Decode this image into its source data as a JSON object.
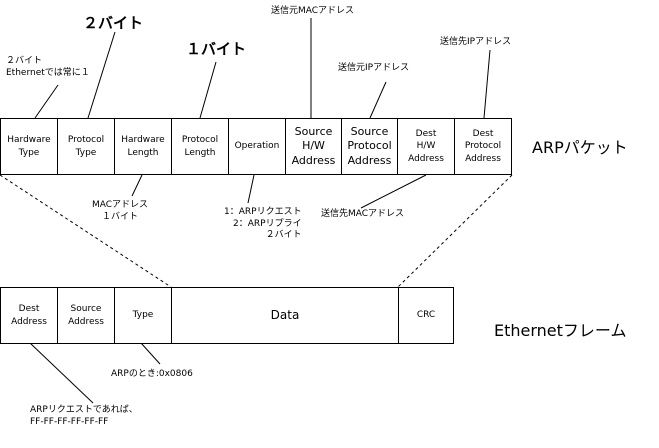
{
  "arp_packet": {
    "title": "ARPパケット",
    "fields": [
      "Hardware\nType",
      "Protocol\nType",
      "Hardware\nLength",
      "Protocol\nLength",
      "Operation",
      "Source\nH/W\nAddress",
      "Source\nProtocol\nAddress",
      "Dest\nH/W\nAddress",
      "Dest\nProtocol\nAddress"
    ]
  },
  "ethernet_frame": {
    "title": "Ethernetフレーム",
    "fields": [
      "Dest\nAddress",
      "Source\nAddress",
      "Type",
      "Data",
      "CRC"
    ]
  },
  "annotations": {
    "hw_type_note": "２バイト\nEthernetでは常に１",
    "two_bytes": "２バイト",
    "one_byte": "１バイト",
    "src_mac": "送信元MACアドレス",
    "dst_ip": "送信先IPアドレス",
    "src_ip": "送信元IPアドレス",
    "mac_len": "MACアドレス\n１バイト",
    "operation": "1：ARPリクエスト\n2：ARPリプライ\n２バイト",
    "dst_mac": "送信先MACアドレス",
    "arp_type": "ARPのとき:0x0806",
    "broadcast": "ARPリクエストであれば、\nFF-FF-FF-FF-FF-FF"
  }
}
